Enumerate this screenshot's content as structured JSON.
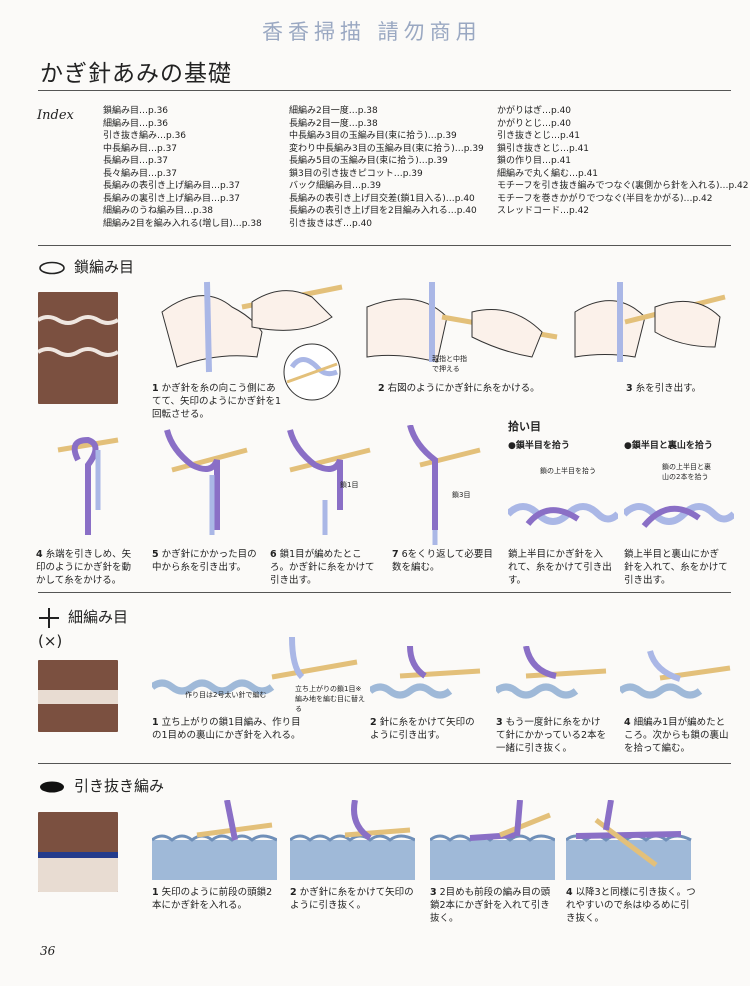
{
  "watermark": "香香掃描 請勿商用",
  "title": "かぎ針あみの基礎",
  "index_label": "Index",
  "index_col1": [
    "鎖編み目…p.36",
    "細編み目…p.36",
    "引き抜き編み…p.36",
    "中長編み目…p.37",
    "長編み目…p.37",
    "長々編み目…p.37",
    "長編みの表引き上げ編み目…p.37",
    "長編みの裏引き上げ編み目…p.37",
    "細編みのうね編み目…p.38",
    "細編み2目を編み入れる(増し目)…p.38"
  ],
  "index_col2": [
    "細編み2目一度…p.38",
    "長編み2目一度…p.38",
    "中長編み3目の玉編み目(束に拾う)…p.39",
    "変わり中長編み3目の玉編み目(束に拾う)…p.39",
    "長編み5目の玉編み目(束に拾う)…p.39",
    "鎖3目の引き抜きピコット…p.39",
    "バック細編み目…p.39",
    "長編みの表引き上げ目交差(鎖1目入る)…p.40",
    "長編みの表引き上げ目を2目編み入れる…p.40",
    "引き抜きはぎ…p.40"
  ],
  "index_col3": [
    "かがりはぎ…p.40",
    "かがりとじ…p.40",
    "引き抜きとじ…p.41",
    "鎖引き抜きとじ…p.41",
    "鎖の作り目…p.41",
    "細編みで丸く編む…p.41",
    "モチーフを引き抜き編みでつなぐ(裏側から針を入れる)…p.42",
    "モチーフを巻きかがりでつなぐ(半目をかがる)…p.42",
    "スレッドコード…p.42"
  ],
  "sec1": {
    "title": "鎖編み目",
    "step1": {
      "num": "1",
      "text": "かぎ針を糸の向こう側にあてて、矢印のようにかぎ針を1回転させる。"
    },
    "step2": {
      "num": "2",
      "text": "右図のようにかぎ針に糸をかける。"
    },
    "step2_note": "親指と中指で押える",
    "step3": {
      "num": "3",
      "text": "糸を引き出す。"
    },
    "step4": {
      "num": "4",
      "text": "糸端を引きしめ、矢印のようにかぎ針を動かして糸をかける。"
    },
    "step5": {
      "num": "5",
      "text": "かぎ針にかかった目の中から糸を引き出す。"
    },
    "step6": {
      "num": "6",
      "text": "鎖1目が編めたところ。かぎ針に糸をかけて引き出す。"
    },
    "step6_label": "鎖1目",
    "step7": {
      "num": "7",
      "text": "6をくり返して必要目数を編む。"
    },
    "step7_label": "鎖3目",
    "pick": {
      "title": "拾い目",
      "a_title": "●鎖半目を拾う",
      "a_label": "鎖の上半目を拾う",
      "a_text": "鎖上半目にかぎ針を入れて、糸をかけて引き出す。",
      "b_title": "●鎖半目と裏山を拾う",
      "b_label": "鎖の上半目と裏山の2本を拾う",
      "b_text": "鎖上半目と裏山にかぎ針を入れて、糸をかけて引き出す。"
    }
  },
  "sec2": {
    "title": "細編み目",
    "subtitle": "(×)",
    "label_a": "作り目は2号太い針で編む",
    "label_b": "立ち上がりの鎖1目※編み地を編む目に替える",
    "step1": {
      "num": "1",
      "text": "立ち上がりの鎖1目編み、作り目の1目めの裏山にかぎ針を入れる。"
    },
    "step2": {
      "num": "2",
      "text": "針に糸をかけて矢印のように引き出す。"
    },
    "step3": {
      "num": "3",
      "text": "もう一度針に糸をかけて針にかかっている2本を一緒に引き抜く。"
    },
    "step4": {
      "num": "4",
      "text": "細編み1目が編めたところ。次からも鎖の裏山を拾って編む。"
    }
  },
  "sec3": {
    "title": "引き抜き編み",
    "step1": {
      "num": "1",
      "text": "矢印のように前段の頭鎖2本にかぎ針を入れる。"
    },
    "step2": {
      "num": "2",
      "text": "かぎ針に糸をかけて矢印のように引き抜く。"
    },
    "step3": {
      "num": "3",
      "text": "2目めも前段の編み目の頭鎖2本にかぎ針を入れて引き抜く。"
    },
    "step4": {
      "num": "4",
      "text": "以降3と同様に引き抜く。つれやすいので糸はゆるめに引き抜く。"
    }
  },
  "page_number": "36",
  "colors": {
    "yarn": "#8a6fc6",
    "yarn_light": "#aab7e6",
    "hook": "#e3c07a",
    "fabric": "#7b5040",
    "base": "#9fb9d8"
  }
}
